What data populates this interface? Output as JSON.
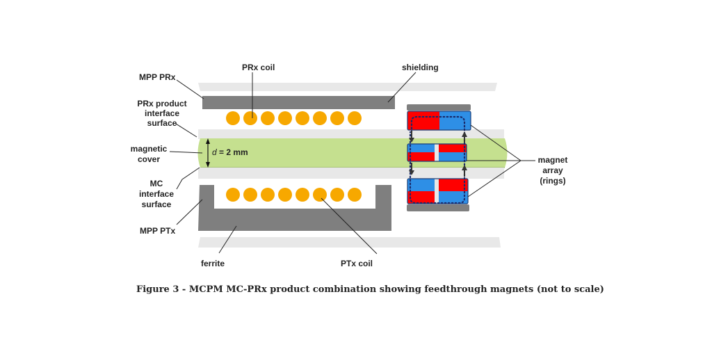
{
  "figure": {
    "caption": "Figure 3 - MCPM MC-PRx product combination showing feedthrough magnets (not to scale)",
    "labels": {
      "prx_coil": "PRx coil",
      "shielding": "shielding",
      "mpp_prx": "MPP PRx",
      "prx_interface_1": "PRx product",
      "prx_interface_2": "interface",
      "prx_interface_3": "surface",
      "magnetic_cover_1": "magnetic",
      "magnetic_cover_2": "cover",
      "d_italic": "d",
      "d_value": " = 2 mm",
      "mc_interface_1": "MC",
      "mc_interface_2": "interface",
      "mc_interface_3": "surface",
      "mpp_ptx": "MPP PTx",
      "ferrite": "ferrite",
      "ptx_coil": "PTx coil",
      "magnet_array_1": "magnet",
      "magnet_array_2": "array",
      "magnet_array_3": "(rings)"
    },
    "coil_turns": {
      "prx": 8,
      "ptx": 8
    },
    "colors": {
      "coil": "#f7a800",
      "ferrite": "#7f7f7f",
      "surface": "#e8e8e8",
      "magnetic_cover": "#c5e08f",
      "magnet_north": "#ff0000",
      "magnet_south": "#2e8fe6",
      "magnet_border": "#1a3e78"
    }
  }
}
